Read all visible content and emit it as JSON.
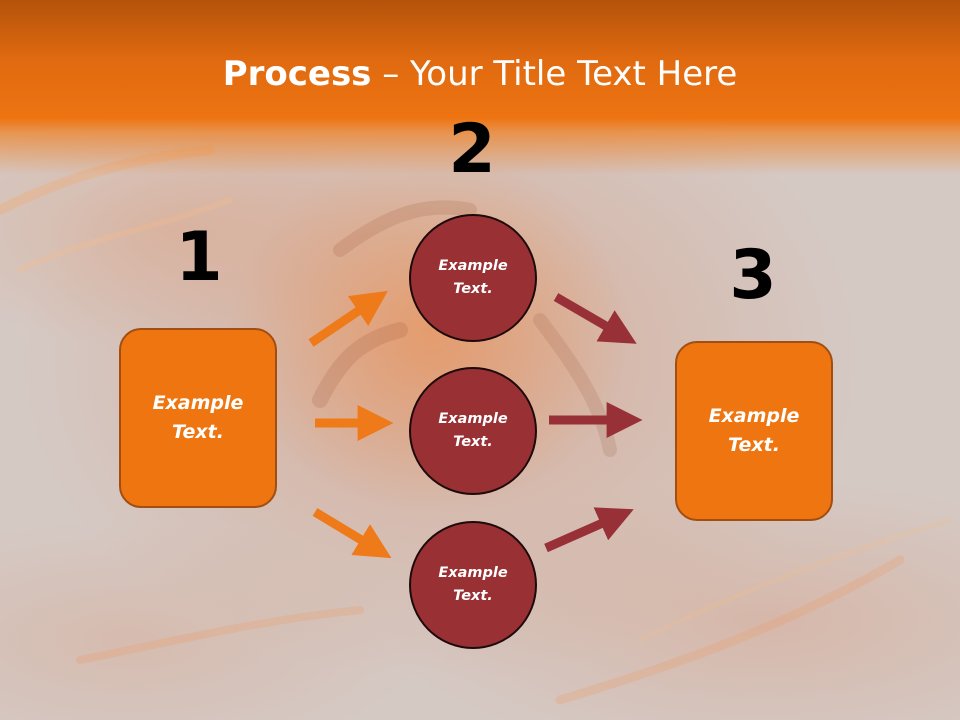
{
  "title": {
    "bold": "Process",
    "rest": " – Your Title Text Here"
  },
  "steps": {
    "one": {
      "number": "1",
      "text": "Example Text."
    },
    "two": {
      "number": "2"
    },
    "three": {
      "number": "3",
      "text": "Example Text."
    }
  },
  "circles": [
    {
      "text": "Example Text."
    },
    {
      "text": "Example Text."
    },
    {
      "text": "Example Text."
    }
  ],
  "colors": {
    "header": "#ee7412",
    "box_fill": "#ee750f",
    "box_border": "#a24e12",
    "circle_fill": "#983034",
    "arrow_orange": "#ee7a1a",
    "arrow_red": "#983038"
  }
}
